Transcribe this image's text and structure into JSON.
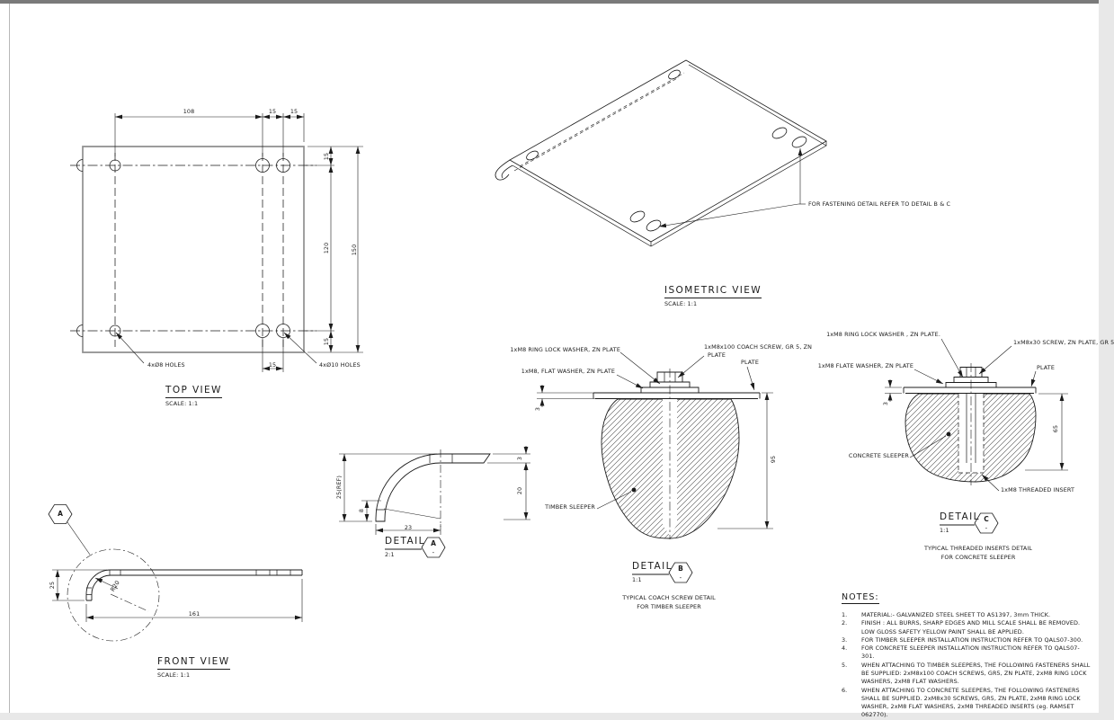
{
  "sheet": {
    "bg_color": "#ffffff",
    "frame_top_color": "#7a7a7a",
    "frame_left_color": "#b8b8b8",
    "line_color": "#1b1b1b"
  },
  "top_view": {
    "title": "TOP VIEW",
    "scale": "SCALE: 1:1",
    "dim_108": "108",
    "dim_15_a": "15",
    "dim_15_b": "15",
    "dim_15_right_top": "15",
    "dim_120": "120",
    "dim_15_right_bottom": "15",
    "dim_150": "150",
    "dim_15_bottom": "15",
    "label_holes_8": "4xØ8 HOLES",
    "label_holes_10": "4xØ10 HOLES"
  },
  "isometric_view": {
    "title": "ISOMETRIC VIEW",
    "scale": "SCALE: 1:1",
    "callout_fastening": "FOR FASTENING DETAIL REFER TO DETAIL B & C"
  },
  "front_view": {
    "title": "FRONT VIEW",
    "scale": "SCALE: 1:1",
    "dim_25": "25",
    "dim_161": "161",
    "dim_radius": "R20",
    "detail_marker": "A"
  },
  "detail_a": {
    "title": "DETAIL",
    "scale": "2:1",
    "marker": "A",
    "marker_sub": "-",
    "dim_25ref": "25(REF)",
    "dim_8": "8",
    "dim_23": "23",
    "dim_3": "3",
    "dim_20": "20"
  },
  "detail_b": {
    "title": "DETAIL",
    "scale": "1:1",
    "marker": "B",
    "marker_sub": "-",
    "callout_ring_lock_washer": "1xM8 RING LOCK WASHER, ZN PLATE",
    "callout_coach_screw_line1": "1xM8x100 COACH SCREW, GR 5, ZN",
    "callout_coach_screw_line2": "PLATE",
    "callout_flat_washer": "1xM8, FLAT WASHER, ZN PLATE",
    "callout_plate": "PLATE",
    "callout_sleeper": "TIMBER SLEEPER",
    "dim_3": "3",
    "dim_95": "95",
    "caption_line1": "TYPICAL  COACH SCREW DETAIL",
    "caption_line2": "FOR TIMBER SLEEPER"
  },
  "detail_c": {
    "title": "DETAIL",
    "scale": "1:1",
    "marker": "C",
    "marker_sub": "-",
    "callout_ring_lock_washer": "1xM8 RING LOCK WASHER , ZN PLATE.",
    "callout_screw": "1xM8x30 SCREW, ZN PLATE, GR 5",
    "callout_flat_washer": "1xM8 FLATE WASHER, ZN PLATE",
    "callout_plate": "PLATE",
    "callout_sleeper": "CONCRETE SLEEPER",
    "callout_insert": "1xM8 THREADED INSERT",
    "dim_3": "3",
    "dim_65": "65",
    "caption_line1": "TYPICAL  THREADED INSERTS  DETAIL",
    "caption_line2": "FOR CONCRETE SLEEPER"
  },
  "notes": {
    "heading": "NOTES:",
    "items": [
      {
        "num": "1.",
        "text": "MATERIAL:- GALVANIZED STEEL SHEET TO AS1397, 3mm THICK."
      },
      {
        "num": "2.",
        "text": "FINISH : ALL BURRS, SHARP EDGES AND MILL SCALE SHALL BE REMOVED. LOW GLOSS SAFETY YELLOW PAINT SHALL BE APPLIED."
      },
      {
        "num": "3.",
        "text": "FOR TIMBER SLEEPER  INSTALLATION INSTRUCTION REFER TO QALS07-300."
      },
      {
        "num": "4.",
        "text": "FOR CONCRETE SLEEPER INSTALLATION INSTRUCTION  REFER TO QALS07-301."
      },
      {
        "num": "5.",
        "text": "WHEN ATTACHING TO TIMBER SLEEPERS, THE FOLLOWING FASTENERS SHALL BE SUPPLIED: 2xM8x100 COACH SCREWS, GR5, ZN PLATE, 2xM8 RING LOCK WASHERS, 2xM8 FLAT WASHERS."
      },
      {
        "num": "6.",
        "text": "WHEN ATTACHING TO CONCRETE SLEEPERS, THE FOLLOWING FASTENERS SHALL BE SUPPLIED. 2xM8x30 SCREWS,  GR5, ZN PLATE, 2xM8 RING LOCK WASHER, 2xM8 FLAT WASHERS, 2xM8 THREADED INSERTS (eg. RAMSET 062770)."
      }
    ]
  }
}
